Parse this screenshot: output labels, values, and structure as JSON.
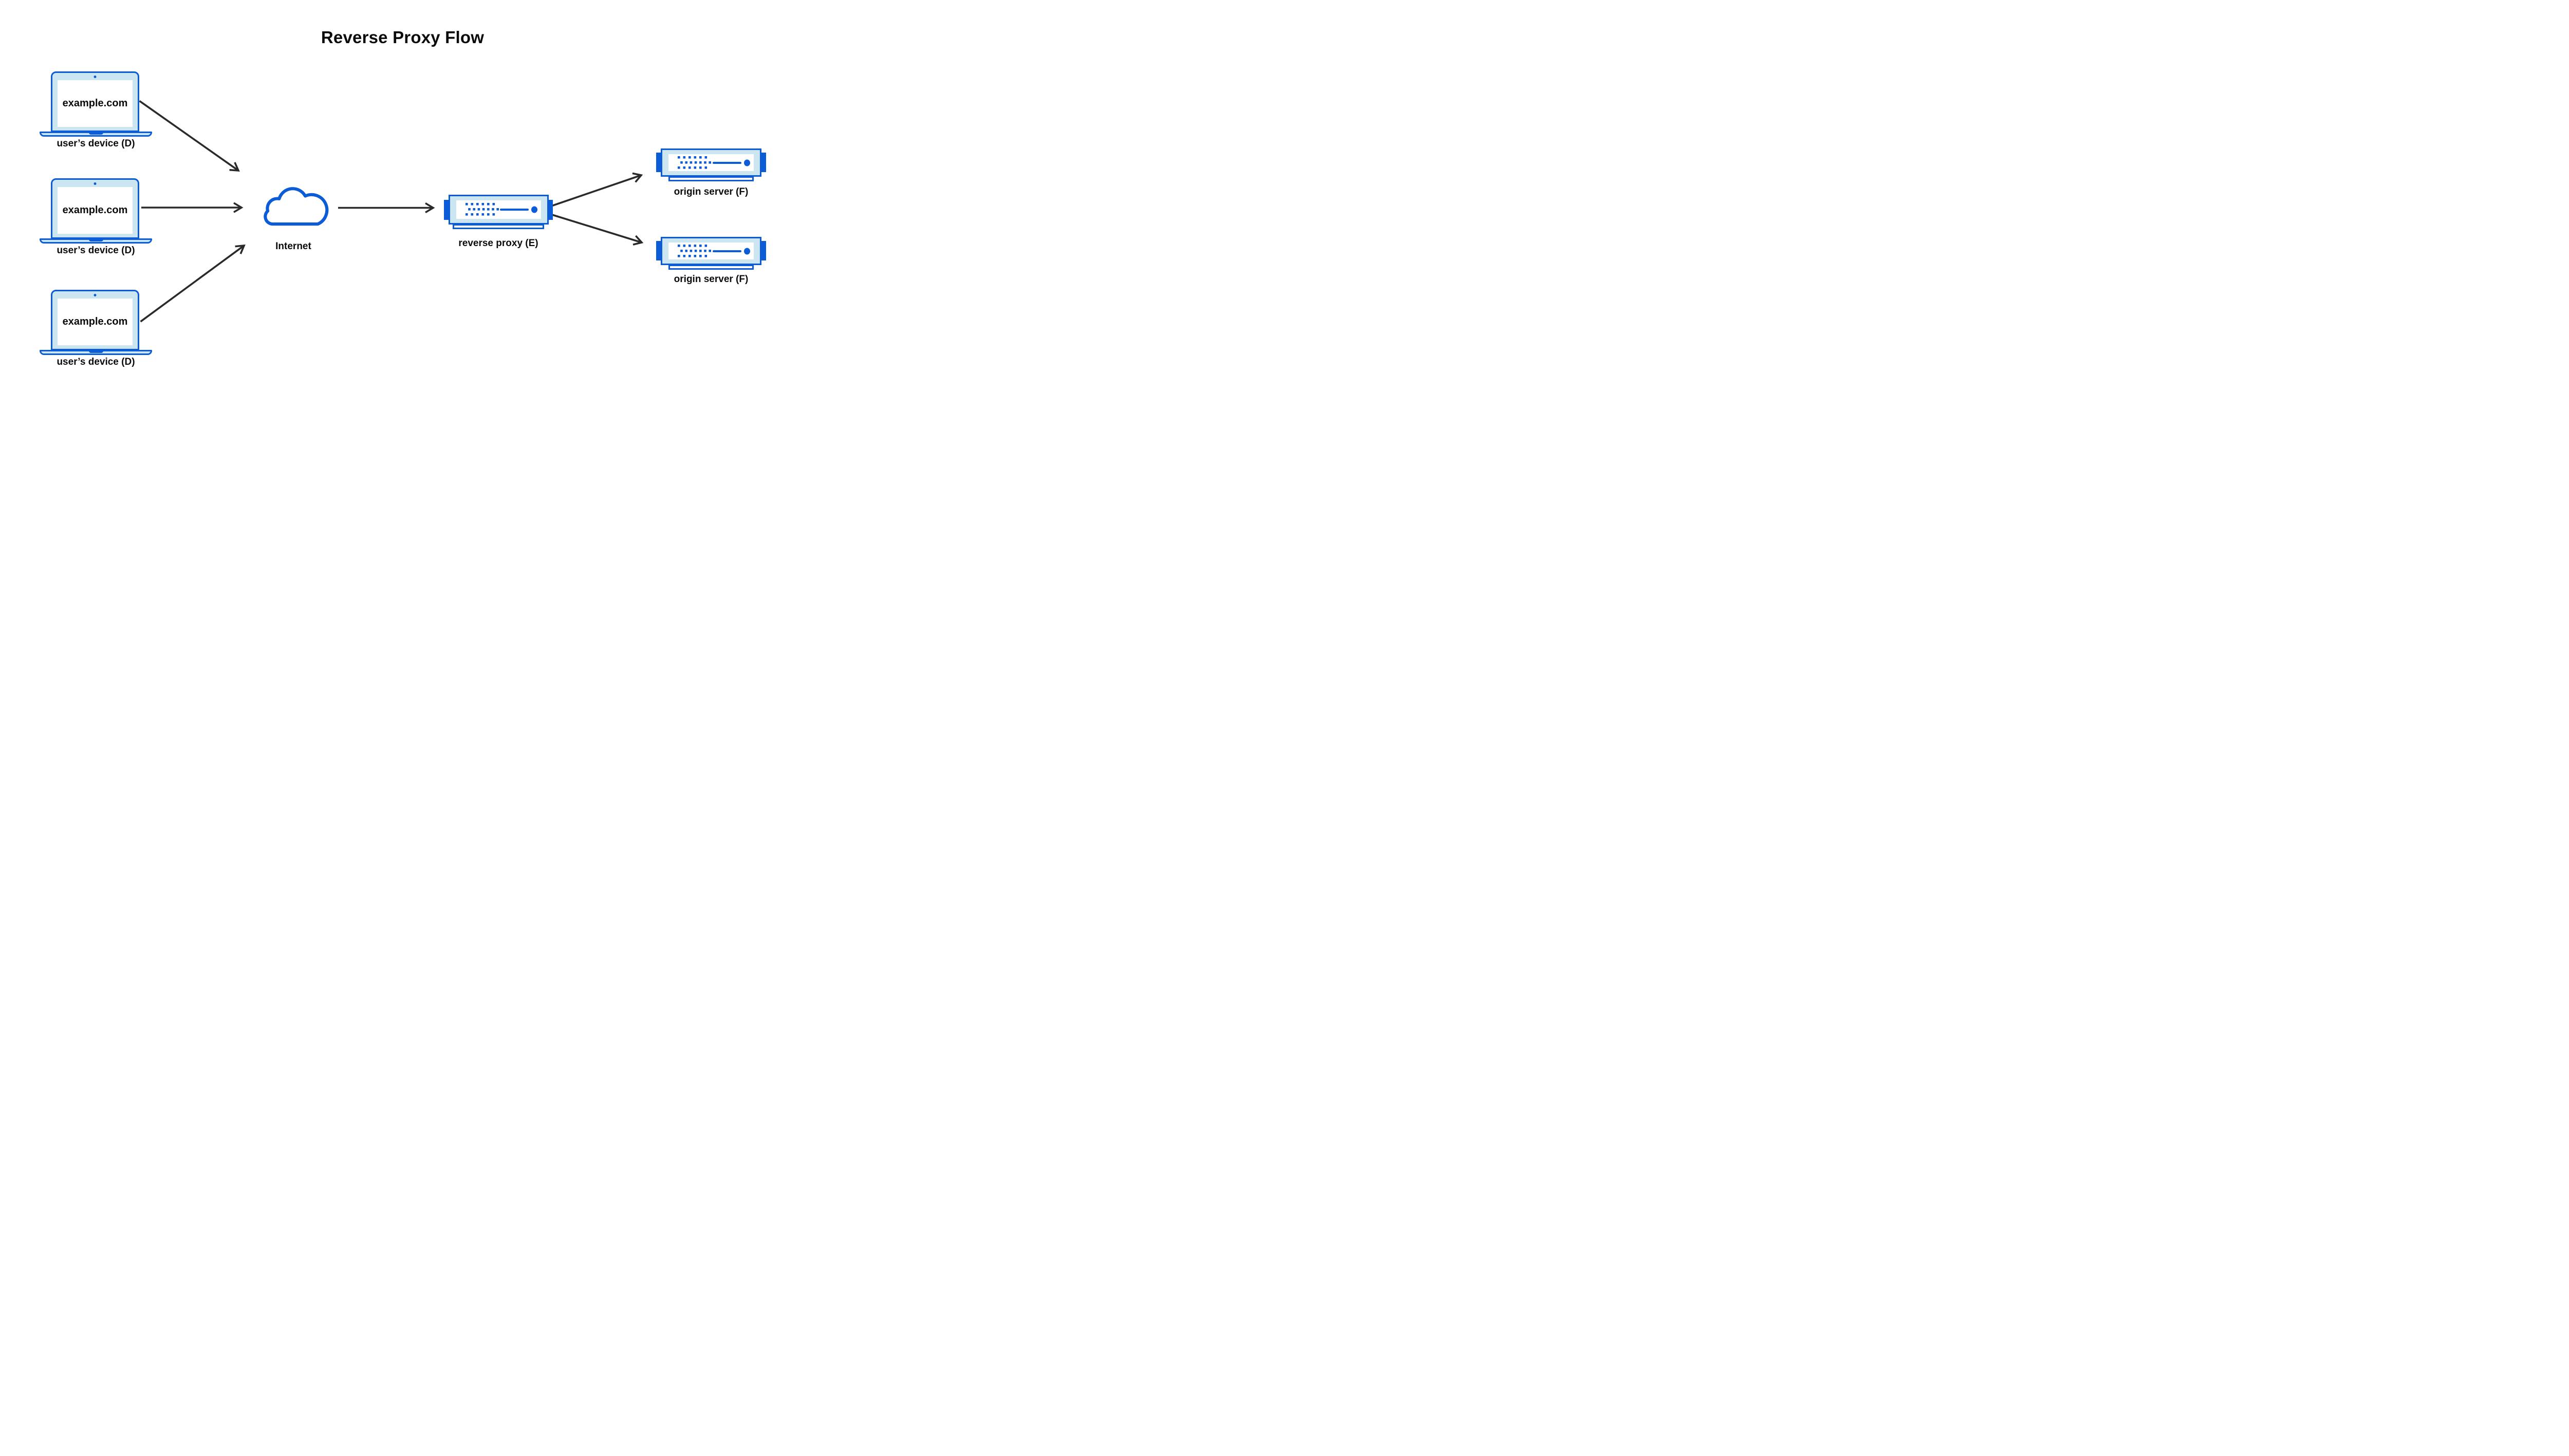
{
  "title": "Reverse Proxy Flow",
  "nodes": {
    "devices": [
      {
        "screen_text": "example.com",
        "label": "user’s device (D)"
      },
      {
        "screen_text": "example.com",
        "label": "user’s device (D)"
      },
      {
        "screen_text": "example.com",
        "label": "user’s device (D)"
      }
    ],
    "internet": {
      "label": "Internet"
    },
    "reverse_proxy": {
      "label": "reverse proxy (E)"
    },
    "origin_servers": [
      {
        "label": "origin server (F)"
      },
      {
        "label": "origin server (F)"
      }
    ]
  },
  "edges": [
    {
      "from": "user-device-1",
      "to": "internet"
    },
    {
      "from": "user-device-2",
      "to": "internet"
    },
    {
      "from": "user-device-3",
      "to": "internet"
    },
    {
      "from": "internet",
      "to": "reverse-proxy"
    },
    {
      "from": "reverse-proxy",
      "to": "origin-server-1"
    },
    {
      "from": "reverse-proxy",
      "to": "origin-server-2"
    }
  ],
  "colors": {
    "blue": "#0d5cd7",
    "light_blue": "#cbe5f1",
    "arrow_dark": "#2a2a2a",
    "text": "#0b0b0b",
    "background": "#ffffff"
  }
}
